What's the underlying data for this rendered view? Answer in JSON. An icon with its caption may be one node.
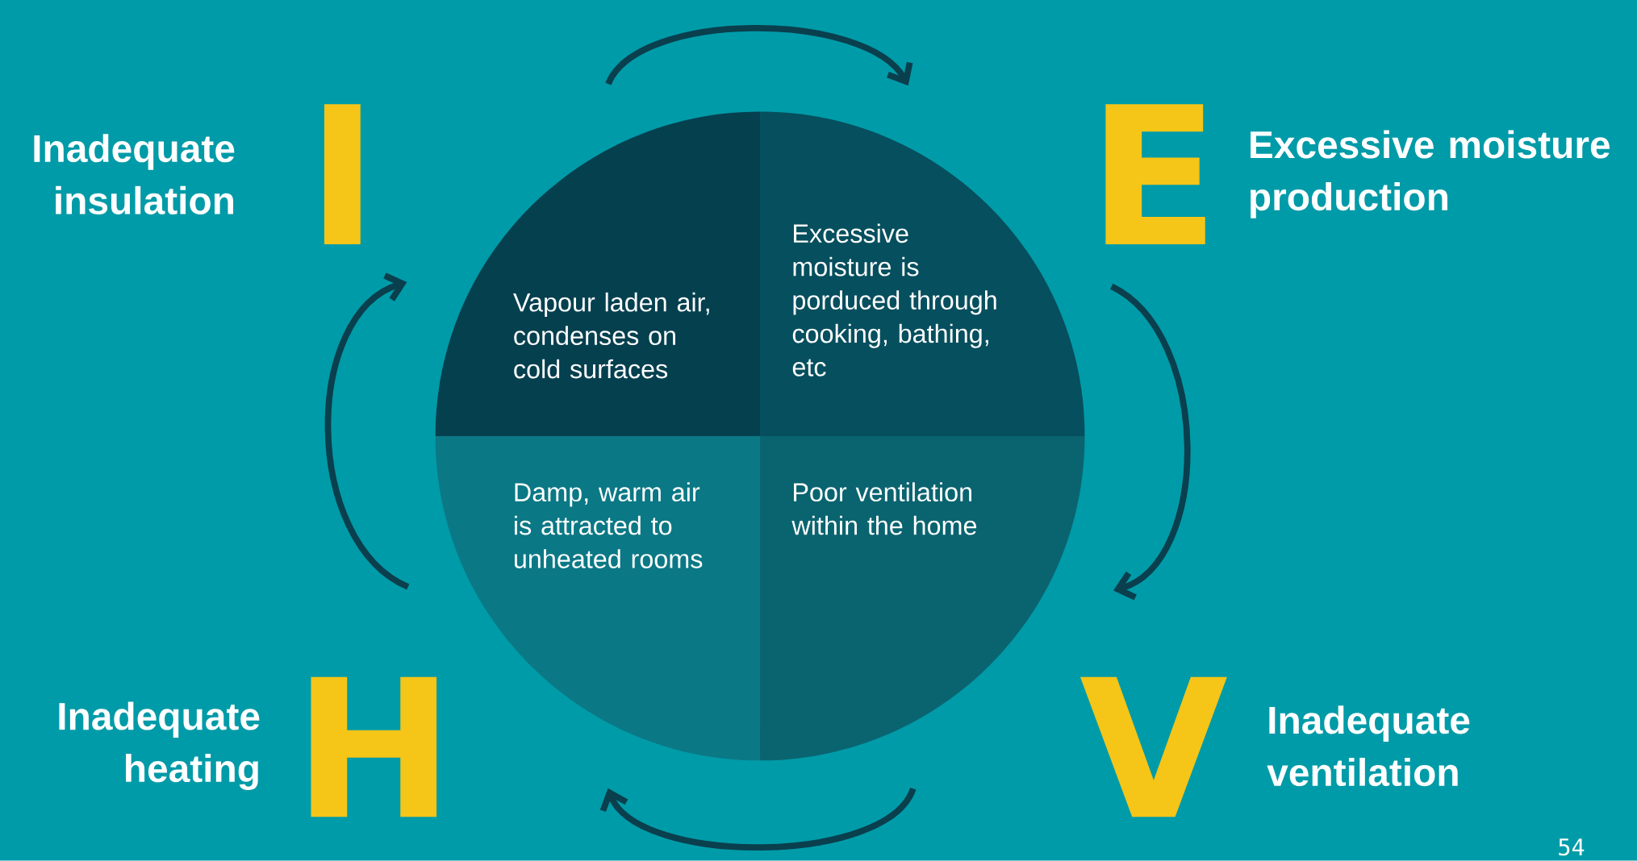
{
  "diagram": {
    "nodes": [
      {
        "text": [
          "Vapour laden air, condenses on cold surfaces"
        ]
      },
      {
        "text": [
          "Excessive moisture is porduced through cooking, bathing, etc"
        ]
      },
      {
        "text": [
          "Poor ventilation within the home"
        ]
      },
      {
        "text": [
          "Damp, warm air is attracted to unheated rooms"
        ]
      }
    ],
    "edges": [
      {
        "from": 0,
        "to": 1,
        "arrow": "to"
      },
      {
        "from": 1,
        "to": 2,
        "arrow": "to"
      },
      {
        "from": 2,
        "to": 3,
        "arrow": "to"
      },
      {
        "from": 3,
        "to": 0,
        "arrow": "to"
      }
    ],
    "labels": [
      "Inadequate insulation",
      "I",
      "E",
      "Excessive moisture production",
      "Inadequate heating",
      "H",
      "V",
      "Inadequate ventilation",
      "54"
    ]
  }
}
